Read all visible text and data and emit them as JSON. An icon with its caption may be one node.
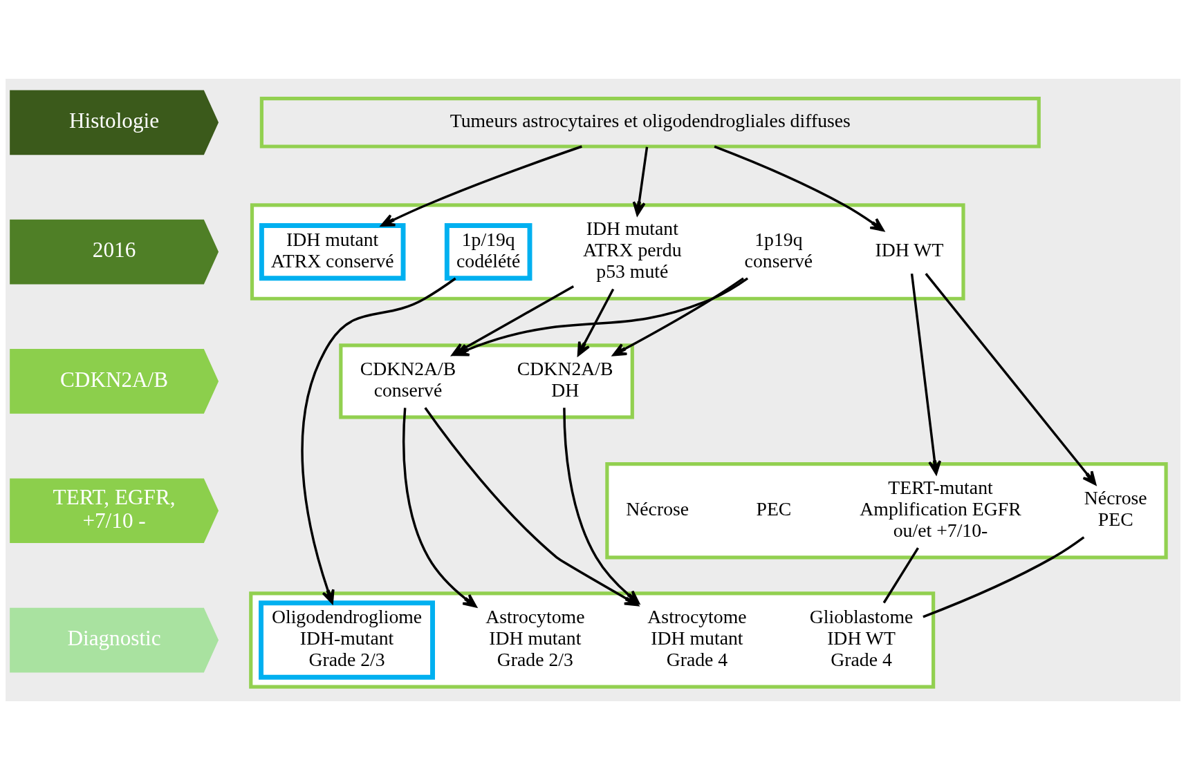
{
  "diagram": {
    "nodes": [
      {
        "text": [
          "Histologie"
        ]
      },
      {
        "text": [
          "Tumeurs astrocytaires et oligodendrogliales diffuses"
        ]
      },
      {
        "text": [
          "2016"
        ]
      },
      {
        "text": [],
        "shape": "box"
      },
      {
        "text": [
          "IDH mutant",
          "ATRX conservé"
        ],
        "in": 3
      },
      {
        "text": [
          "1p/19q",
          "codélété"
        ],
        "in": 3
      },
      {
        "text": [
          "1p19q",
          "conservé"
        ],
        "in": 3
      },
      {
        "text": [
          "IDH mutant",
          "ATRX perdu",
          "p53 muté"
        ],
        "in": 3
      },
      {
        "text": [
          "IDH WT"
        ],
        "in": 3
      },
      {
        "text": [
          "CDKN2A/B"
        ]
      },
      {
        "text": [],
        "shape": "box"
      },
      {
        "text": [
          "CDKN2A/B",
          "conservé"
        ],
        "in": 10
      },
      {
        "text": [
          "CDKN2A/B",
          "DH"
        ],
        "in": 10
      },
      {
        "text": [
          "TERT, EGFR,",
          "+7/10 -"
        ]
      },
      {
        "text": [],
        "shape": "box"
      },
      {
        "text": [
          "Nécrose"
        ],
        "in": 14
      },
      {
        "text": [
          "PEC"
        ],
        "in": 14
      },
      {
        "text": [
          "TERT-mutant",
          "Amplification EGFR",
          "ou/et +7/10-"
        ],
        "in": 14
      },
      {
        "text": [
          "Nécrose",
          "PEC"
        ],
        "in": 14
      },
      {
        "text": [
          "Diagnostic"
        ]
      },
      {
        "text": [],
        "shape": "box"
      },
      {
        "text": [
          "Oligodendrogliome",
          "IDH-mutant",
          "Grade 2/3"
        ],
        "in": 20
      },
      {
        "text": [
          "Astrocytome",
          "IDH mutant",
          "Grade 2/3"
        ],
        "in": 20
      },
      {
        "text": [
          "Astrocytome",
          "IDH mutant",
          "Grade 4"
        ],
        "in": 20
      },
      {
        "text": [
          "Glioblastome",
          "IDH WT",
          "Grade 4"
        ],
        "in": 20
      }
    ],
    "edges": [
      {
        "from": 1,
        "to": 4,
        "arrow": "to"
      },
      {
        "from": 1,
        "to": 7,
        "arrow": "to"
      },
      {
        "from": 1,
        "to": 8,
        "arrow": "to"
      },
      {
        "from": 5,
        "to": 21,
        "arrow": "to"
      },
      {
        "from": 6,
        "to": 11,
        "arrow": "to"
      },
      {
        "from": 6,
        "to": 12,
        "arrow": "to"
      },
      {
        "from": 7,
        "to": 11,
        "arrow": "to"
      },
      {
        "from": 7,
        "to": 12,
        "arrow": "to"
      },
      {
        "from": 8,
        "to": 17,
        "arrow": "to"
      },
      {
        "from": 8,
        "to": 18,
        "arrow": "to"
      },
      {
        "from": 11,
        "to": 22,
        "arrow": "to"
      },
      {
        "from": 11,
        "to": 23,
        "arrow": "to"
      },
      {
        "from": 12,
        "to": 23,
        "arrow": "to"
      },
      {
        "from": 17,
        "to": 24,
        "arrow": "none"
      },
      {
        "from": 18,
        "to": 24,
        "arrow": "none"
      }
    ]
  }
}
